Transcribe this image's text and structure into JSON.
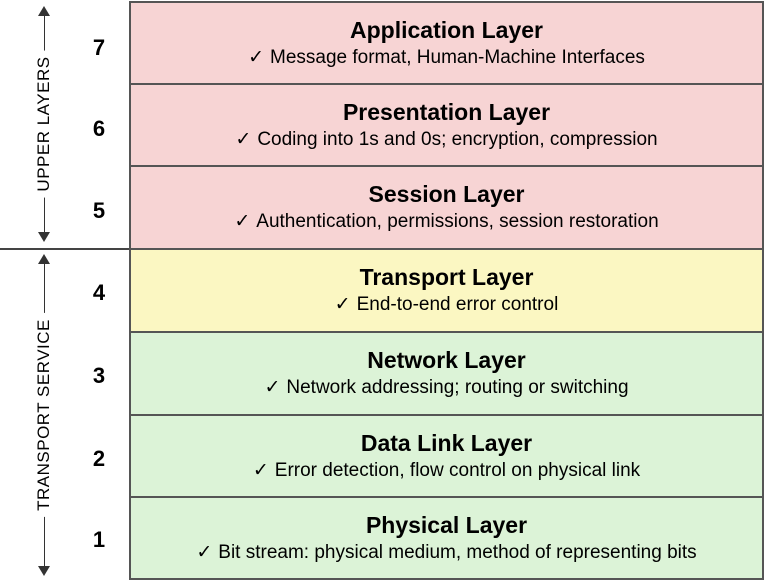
{
  "side_labels": {
    "upper": "UPPER LAYERS",
    "transport": "TRANSPORT SERVICE"
  },
  "colors": {
    "upper": "#f7d4d4",
    "transport": "#fbf7c2",
    "lower": "#dcf3d7",
    "border": "#555555"
  },
  "check_icon": "✓",
  "layers": [
    {
      "number": "7",
      "title": "Application Layer",
      "description": "Message format, Human-Machine Interfaces",
      "group": "upper"
    },
    {
      "number": "6",
      "title": "Presentation Layer",
      "description": "Coding into 1s and 0s; encryption, compression",
      "group": "upper"
    },
    {
      "number": "5",
      "title": "Session Layer",
      "description": "Authentication, permissions, session restoration",
      "group": "upper"
    },
    {
      "number": "4",
      "title": "Transport Layer",
      "description": "End-to-end error control",
      "group": "transport"
    },
    {
      "number": "3",
      "title": "Network Layer",
      "description": "Network addressing; routing or switching",
      "group": "lower"
    },
    {
      "number": "2",
      "title": "Data Link Layer",
      "description": "Error detection, flow control on physical link",
      "group": "lower"
    },
    {
      "number": "1",
      "title": "Physical Layer",
      "description": "Bit stream: physical medium, method of representing bits",
      "group": "lower"
    }
  ]
}
